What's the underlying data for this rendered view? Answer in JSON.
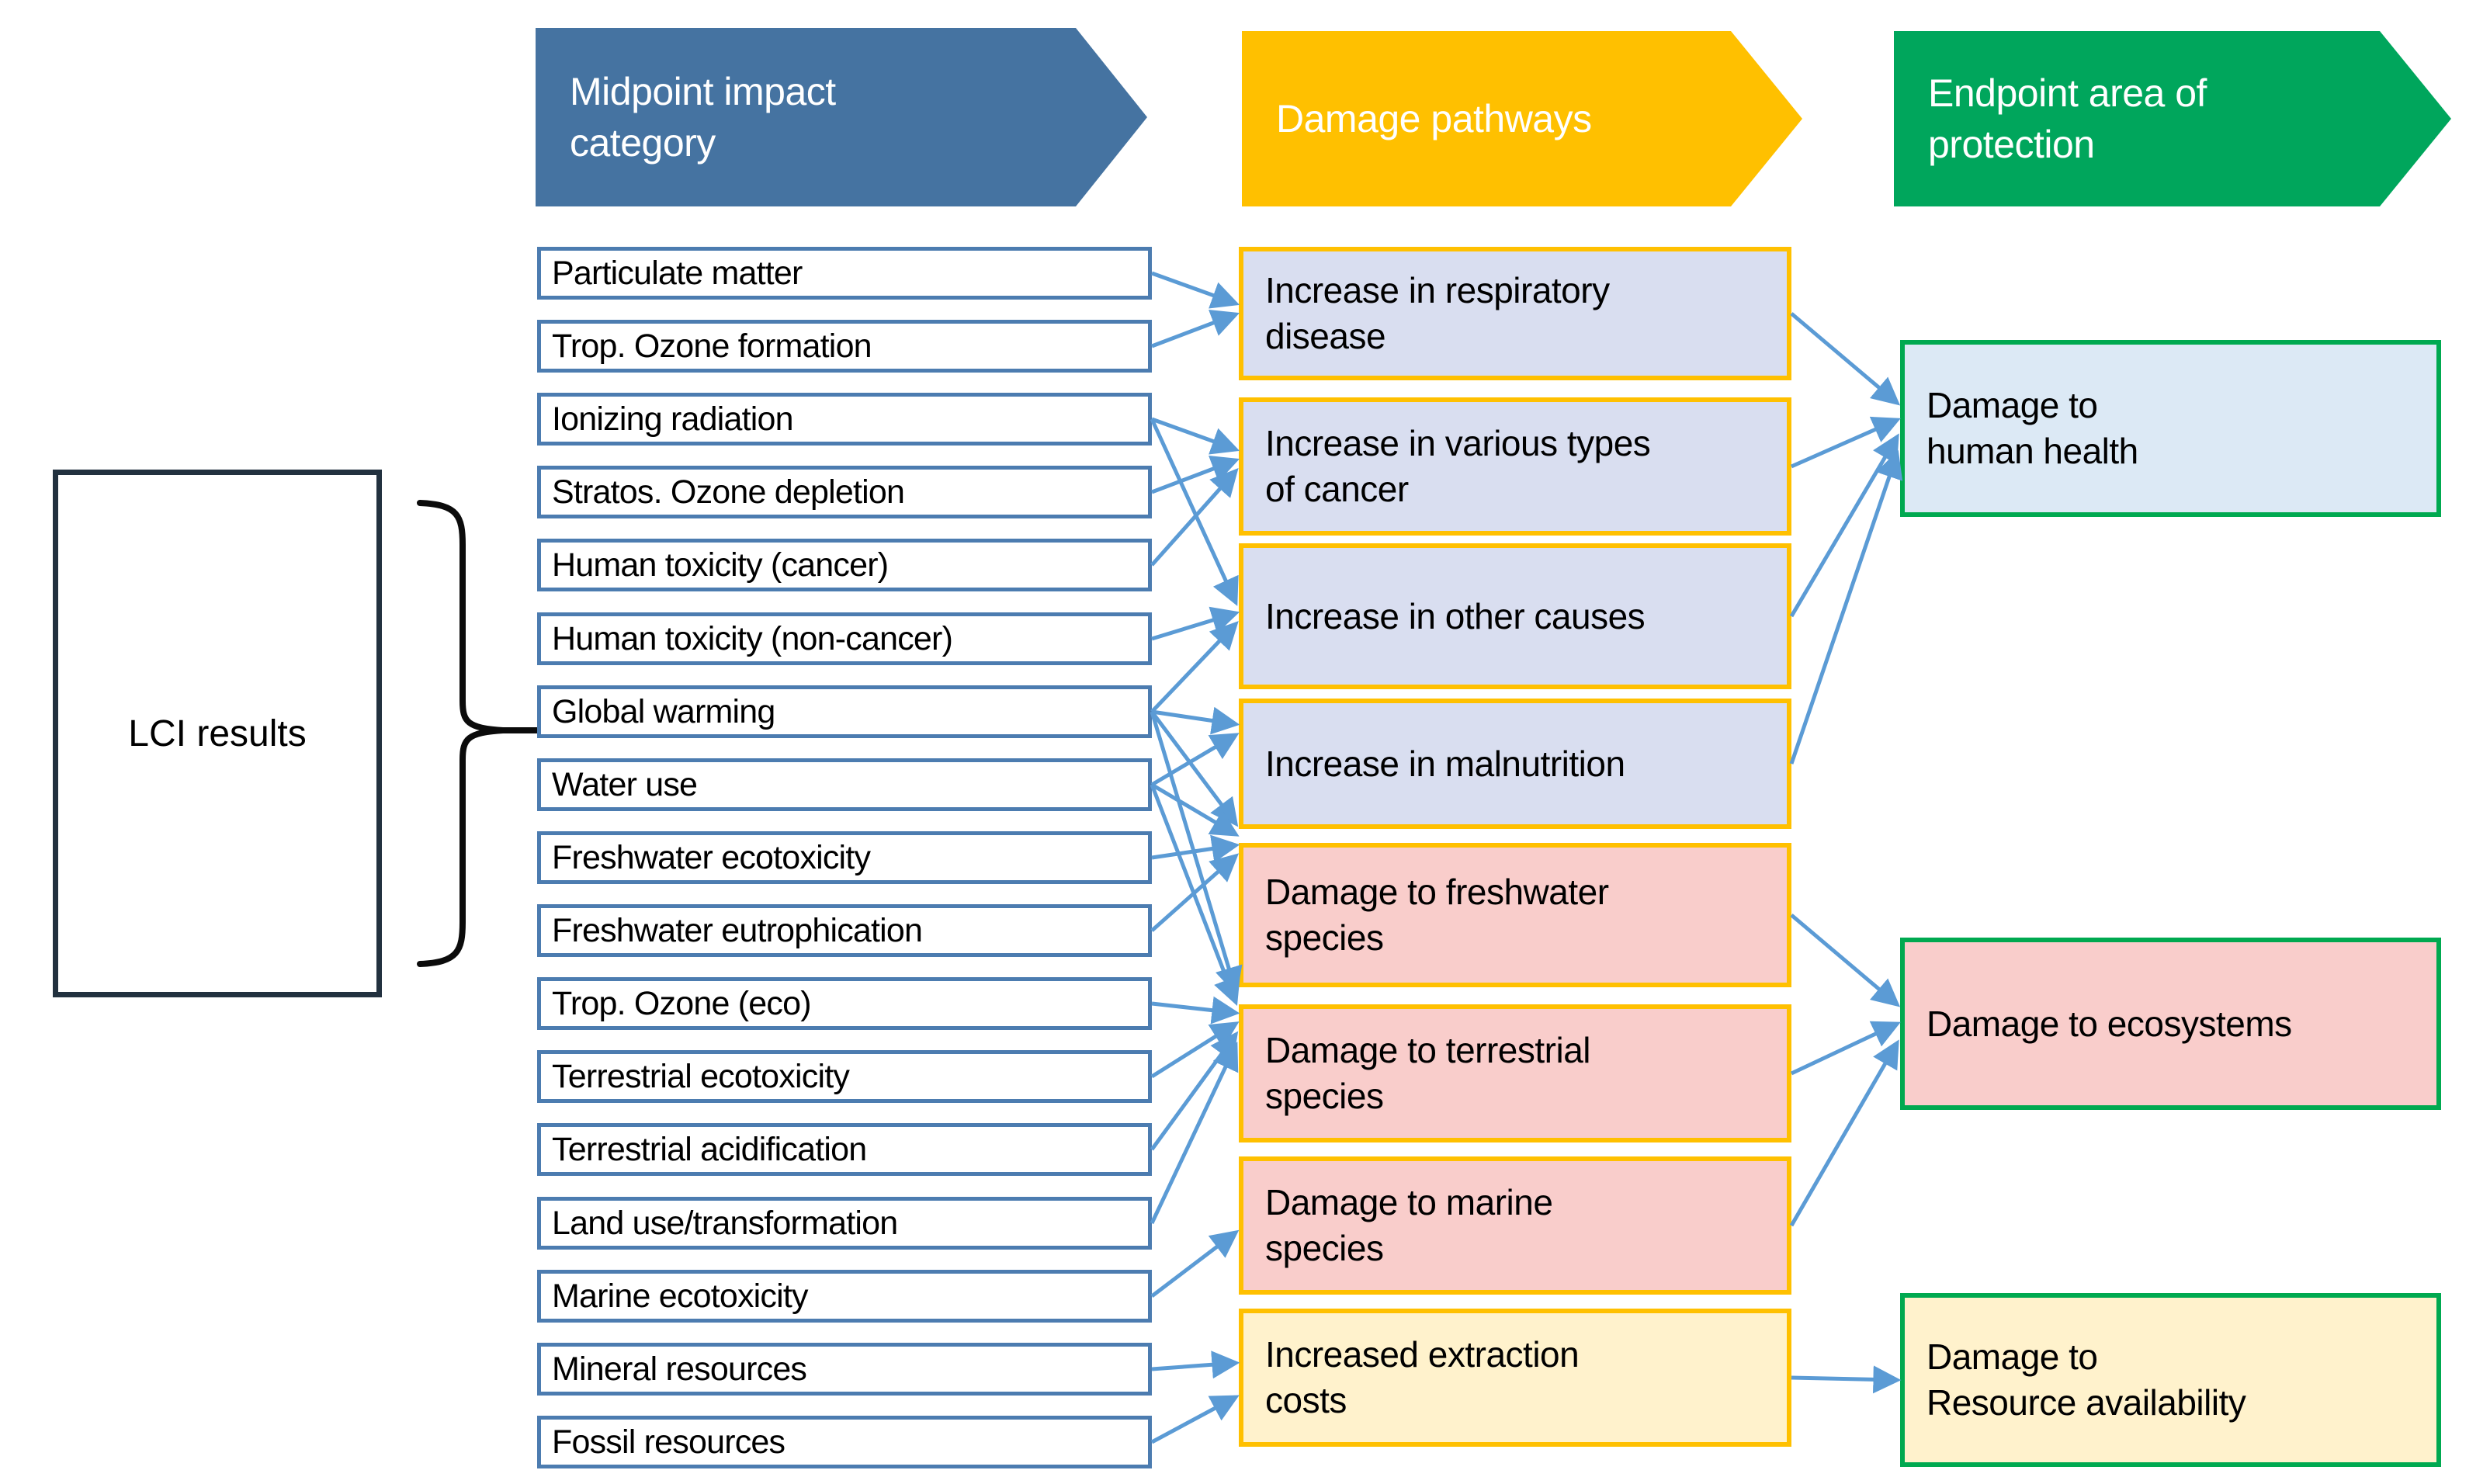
{
  "headers": {
    "midpoint": "Midpoint impact\ncategory",
    "pathways": "Damage pathways",
    "endpoint": "Endpoint area of\nprotection"
  },
  "lci": {
    "label": "LCI results"
  },
  "midpoints": [
    "Particulate matter",
    "Trop. Ozone formation",
    "Ionizing radiation",
    "Stratos. Ozone depletion",
    "Human toxicity (cancer)",
    "Human toxicity (non-cancer)",
    "Global warming",
    "Water use",
    "Freshwater ecotoxicity",
    "Freshwater eutrophication",
    "Trop. Ozone (eco)",
    "Terrestrial ecotoxicity",
    "Terrestrial acidification",
    "Land use/transformation",
    "Marine ecotoxicity",
    "Mineral resources",
    "Fossil resources"
  ],
  "pathways": [
    {
      "label": "Increase in respiratory\ndisease",
      "tint": "health"
    },
    {
      "label": "Increase in various types\nof cancer",
      "tint": "health"
    },
    {
      "label": "Increase in other causes",
      "tint": "health"
    },
    {
      "label": "Increase in malnutrition",
      "tint": "health"
    },
    {
      "label": "Damage to freshwater\nspecies",
      "tint": "ecosystem"
    },
    {
      "label": "Damage to terrestrial\nspecies",
      "tint": "ecosystem"
    },
    {
      "label": "Damage to marine\nspecies",
      "tint": "ecosystem"
    },
    {
      "label": "Increased extraction\ncosts",
      "tint": "resource"
    }
  ],
  "endpoints": [
    {
      "label": "Damage to\nhuman health",
      "tint": "health"
    },
    {
      "label": "Damage to ecosystems",
      "tint": "ecosystem"
    },
    {
      "label": "Damage to\nResource availability",
      "tint": "resource"
    }
  ],
  "links": {
    "midpoint_to_pathway": [
      [
        0,
        0
      ],
      [
        1,
        0
      ],
      [
        2,
        1
      ],
      [
        3,
        1
      ],
      [
        4,
        1
      ],
      [
        2,
        2
      ],
      [
        5,
        2
      ],
      [
        6,
        2
      ],
      [
        6,
        3
      ],
      [
        7,
        3
      ],
      [
        6,
        4
      ],
      [
        7,
        4
      ],
      [
        8,
        4
      ],
      [
        9,
        4
      ],
      [
        6,
        5
      ],
      [
        7,
        5
      ],
      [
        10,
        5
      ],
      [
        11,
        5
      ],
      [
        12,
        5
      ],
      [
        13,
        5
      ],
      [
        14,
        6
      ],
      [
        15,
        7
      ],
      [
        16,
        7
      ]
    ],
    "pathway_to_endpoint": [
      [
        0,
        0
      ],
      [
        1,
        0
      ],
      [
        2,
        0
      ],
      [
        3,
        0
      ],
      [
        4,
        1
      ],
      [
        5,
        1
      ],
      [
        6,
        1
      ],
      [
        7,
        2
      ]
    ]
  },
  "colors": {
    "arrow": "#5B9BD5",
    "midpoint_border": "#4C7CB0",
    "pathway_border": "#FFC000",
    "endpoint_border": "#00A950",
    "header_midpoint_bg": "#4573A1",
    "header_pathways_bg": "#FFC000",
    "header_endpoint_bg": "#00A65C",
    "fill_health": "#D9DEF0",
    "fill_ecosystem": "#F9CDCB",
    "fill_resource": "#FFF2CC",
    "fill_endpoint_health": "#DCE9F5",
    "lci_border": "#22313F",
    "brace": "#0b0b0b"
  }
}
